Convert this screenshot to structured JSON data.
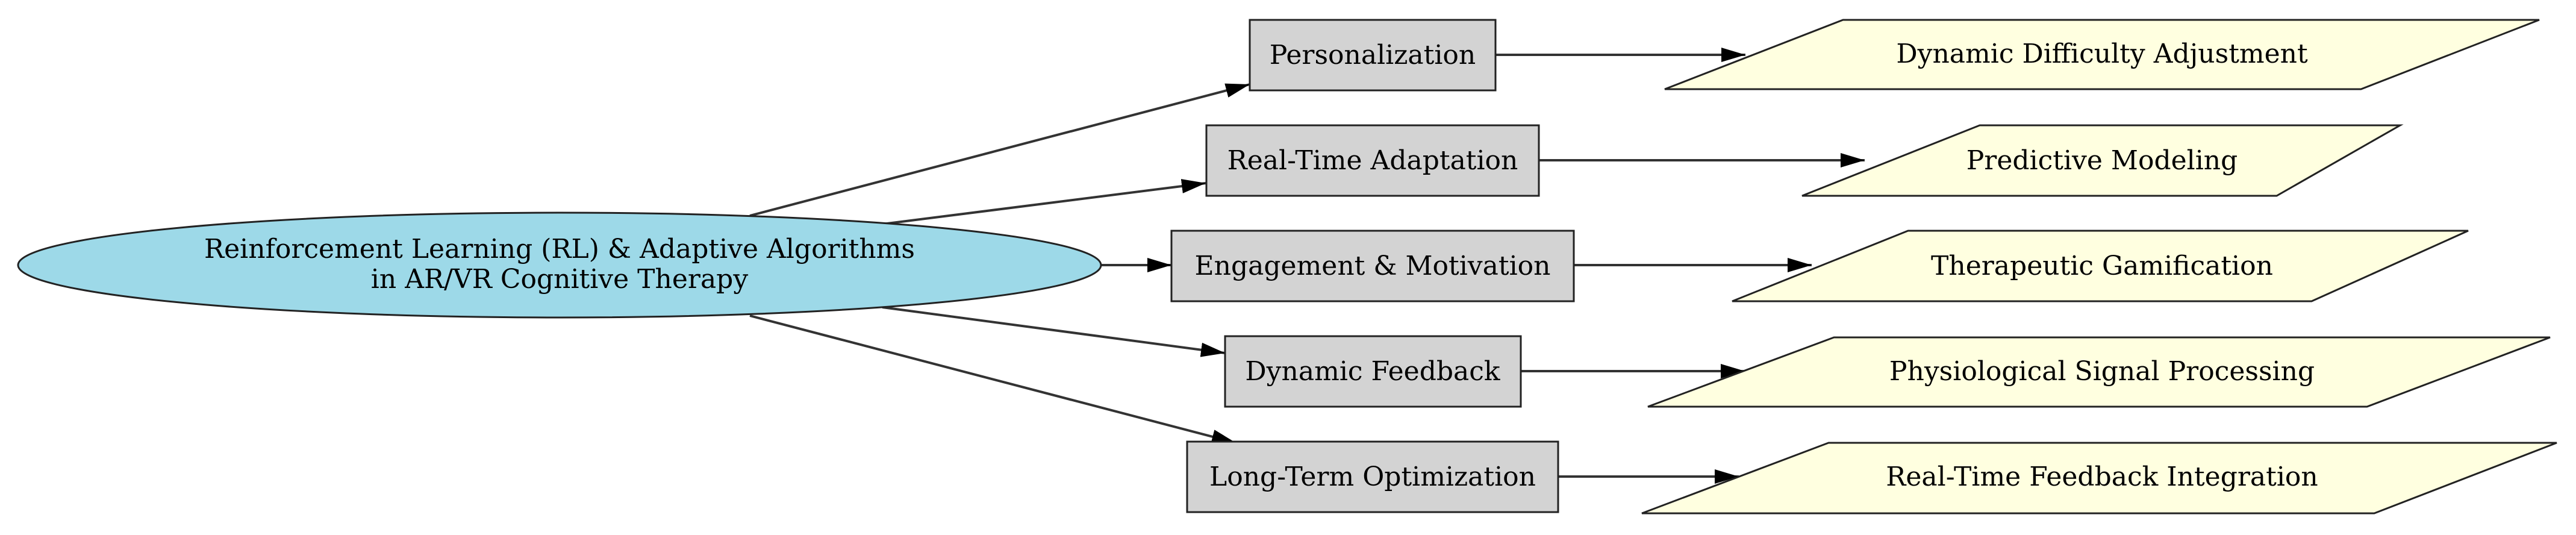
{
  "diagram": {
    "root": {
      "line1": "Reinforcement Learning (RL) & Adaptive Algorithms",
      "line2": "in AR/VR Cognitive Therapy"
    },
    "branches": [
      {
        "label": "Personalization",
        "technique": "Dynamic Difficulty Adjustment"
      },
      {
        "label": "Real-Time Adaptation",
        "technique": "Predictive Modeling"
      },
      {
        "label": "Engagement & Motivation",
        "technique": "Therapeutic Gamification"
      },
      {
        "label": "Dynamic Feedback",
        "technique": "Physiological Signal Processing"
      },
      {
        "label": "Long-Term Optimization",
        "technique": "Real-Time Feedback Integration"
      }
    ],
    "colors": {
      "root_fill": "#9dd9e8",
      "box_fill": "#d3d3d3",
      "para_fill": "#ffffe0",
      "stroke": "#000000",
      "edge": "#333333"
    }
  }
}
